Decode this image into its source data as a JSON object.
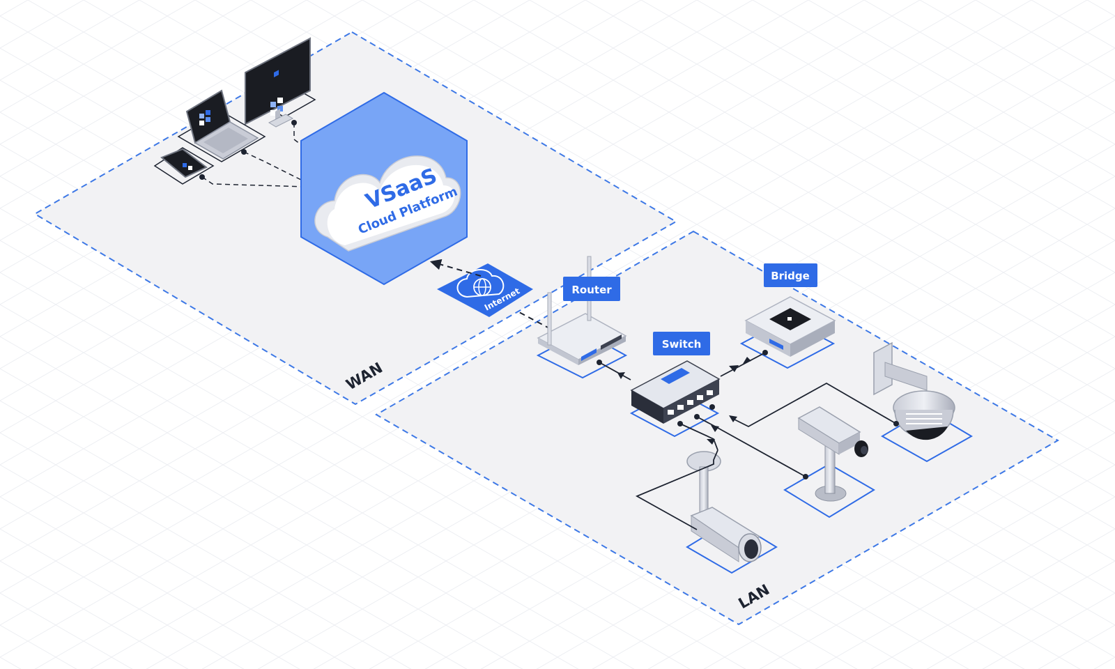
{
  "zones": {
    "wan": "WAN",
    "lan": "LAN"
  },
  "cloud": {
    "title": "VSaaS",
    "subtitle": "Cloud Platform"
  },
  "internet": {
    "label": "Internet"
  },
  "devices": {
    "router": "Router",
    "switch": "Switch",
    "bridge": "Bridge"
  },
  "colors": {
    "accent": "#2f6be6",
    "hexagon_fill": "#78a5f6",
    "zone_fill": "#f2f2f4",
    "zone_border": "#3d78e6",
    "line": "#1d2330"
  }
}
